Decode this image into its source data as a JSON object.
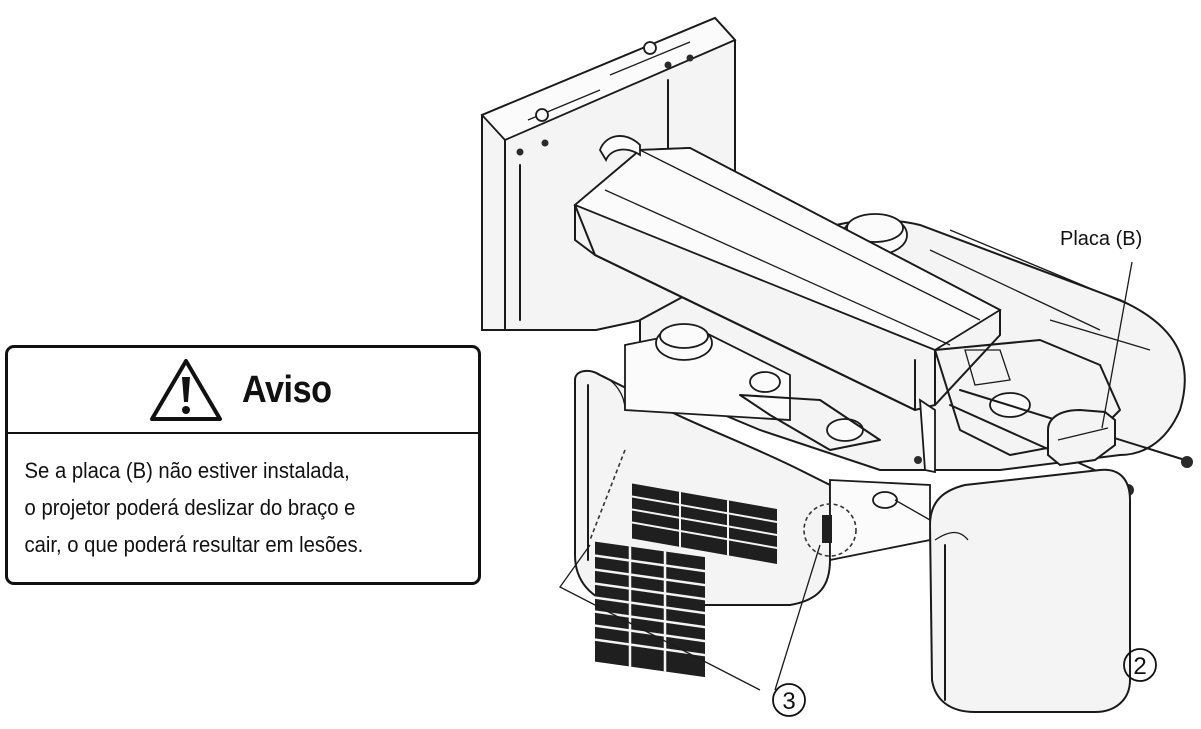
{
  "warning": {
    "title": "Aviso",
    "icon": "warning-triangle-icon",
    "lines": [
      "Se  a placa  (B) não  estiver instalada,",
      "o projetor  poderá  deslizar do braço  e",
      "cair, o que poderá resultar em lesões."
    ]
  },
  "callouts": {
    "placa_b": "Placa (B)",
    "number_2": "2",
    "number_3": "3"
  }
}
